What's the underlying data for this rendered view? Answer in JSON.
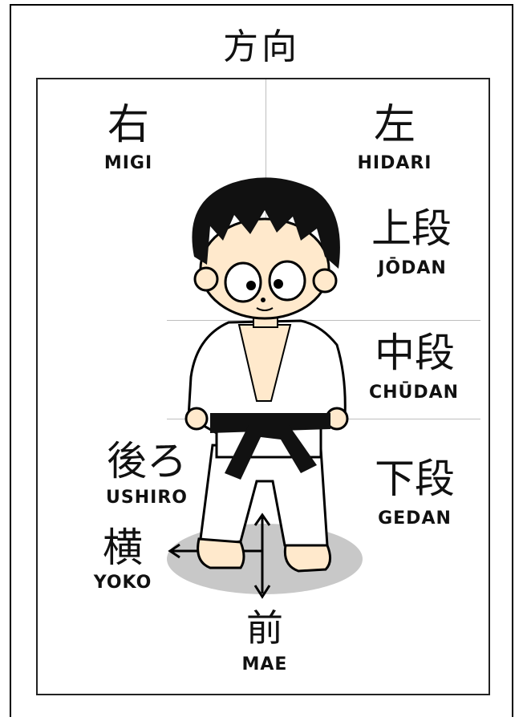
{
  "title": "方向",
  "labels": {
    "migi": {
      "kanji": "右",
      "romaji": "MIGI"
    },
    "hidari": {
      "kanji": "左",
      "romaji": "HIDARI"
    },
    "jodan": {
      "kanji": "上段",
      "romaji": "JŌDAN"
    },
    "chudan": {
      "kanji": "中段",
      "romaji": "CHŪDAN"
    },
    "gedan": {
      "kanji": "下段",
      "romaji": "GEDAN"
    },
    "ushiro": {
      "kanji": "後ろ",
      "romaji": "USHIRO"
    },
    "yoko": {
      "kanji": "横",
      "romaji": "YOKO"
    },
    "mae": {
      "kanji": "前",
      "romaji": "MAE"
    }
  },
  "colors": {
    "guide": "#bfbfbf",
    "belt": "#111111",
    "shadow": "#c8c8c8",
    "skin": "#ffe9cc"
  }
}
